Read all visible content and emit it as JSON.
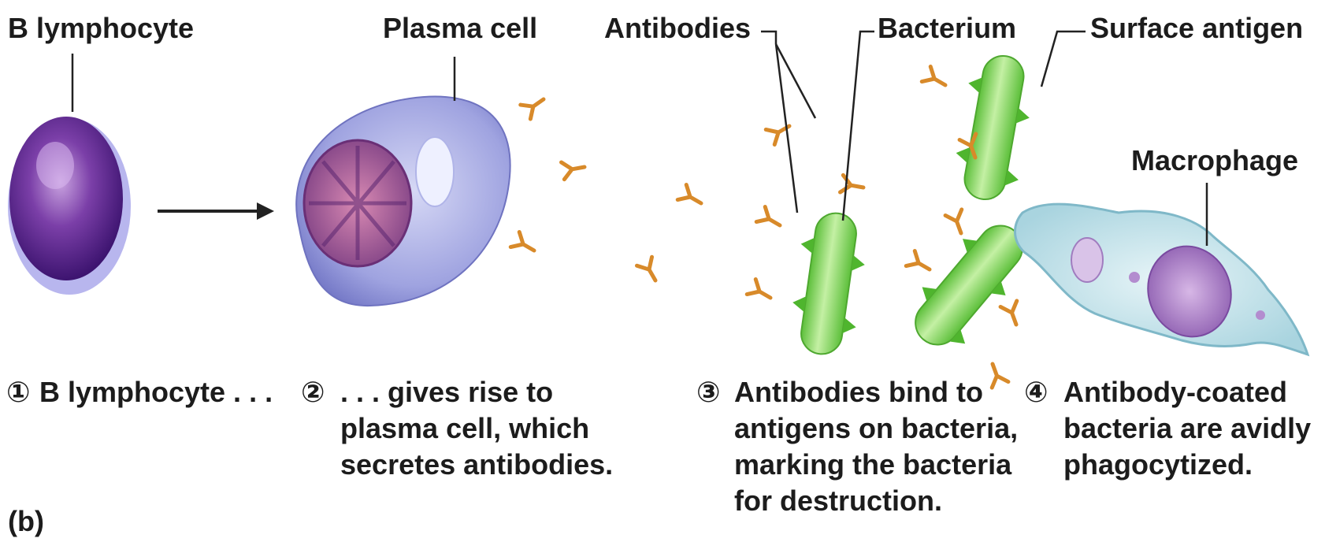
{
  "labels": {
    "b_lymphocyte": "B lymphocyte",
    "plasma_cell": "Plasma cell",
    "antibodies": "Antibodies",
    "bacterium": "Bacterium",
    "surface_antigen": "Surface antigen",
    "macrophage": "Macrophage"
  },
  "steps": [
    {
      "num": "①",
      "lines": [
        "B lymphocyte . . ."
      ]
    },
    {
      "num": "②",
      "lines": [
        ". . . gives rise to",
        "plasma cell, which",
        "secretes antibodies."
      ]
    },
    {
      "num": "③",
      "lines": [
        "Antibodies bind to",
        "antigens on bacteria,",
        "marking the bacteria",
        "for destruction."
      ]
    },
    {
      "num": "④",
      "lines": [
        "Antibody-coated",
        "bacteria are avidly",
        "phagocytized."
      ]
    }
  ],
  "panel_label": "(b)",
  "colors": {
    "antibody": "#d88a2a",
    "bacterium": "#7fd15a",
    "lymphocyte": "#5b2a8c",
    "plasma_cell": "#8a8fd8",
    "macrophage": "#b9dde6"
  }
}
